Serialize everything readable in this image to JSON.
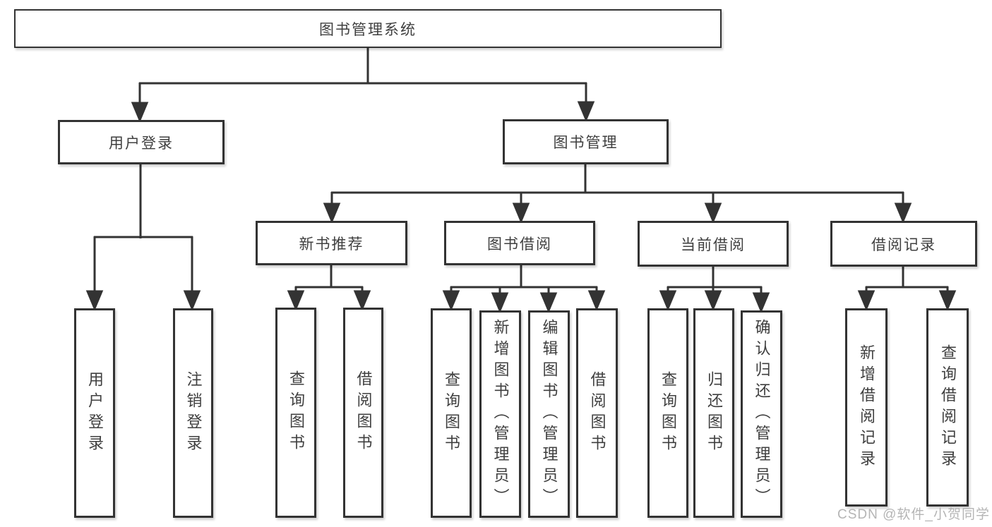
{
  "diagram": {
    "root": {
      "label": "图书管理系统"
    },
    "level2": {
      "user_login": {
        "label": "用户登录"
      },
      "book_mgmt": {
        "label": "图书管理"
      }
    },
    "level3": {
      "new_book": {
        "label": "新书推荐"
      },
      "book_borrow": {
        "label": "图书借阅"
      },
      "current_borrow": {
        "label": "当前借阅"
      },
      "borrow_record": {
        "label": "借阅记录"
      }
    },
    "leaves": {
      "user_login": [
        "用户登录",
        "注销登录"
      ],
      "new_book": [
        "查询图书",
        "借阅图书"
      ],
      "book_borrow": [
        "查询图书",
        "新增图书（管理员）",
        "编辑图书（管理员）",
        "借阅图书"
      ],
      "current_borrow": [
        "查询图书",
        "归还图书",
        "确认归还（管理员）"
      ],
      "borrow_record": [
        "新增借阅记录",
        "查询借阅记录"
      ]
    }
  },
  "watermark": {
    "text": "CSDN @软件_小贺同学"
  },
  "colors": {
    "line": "#333333",
    "text": "#3f3f3f",
    "watermark": "#b5b5b5",
    "background": "#ffffff"
  }
}
